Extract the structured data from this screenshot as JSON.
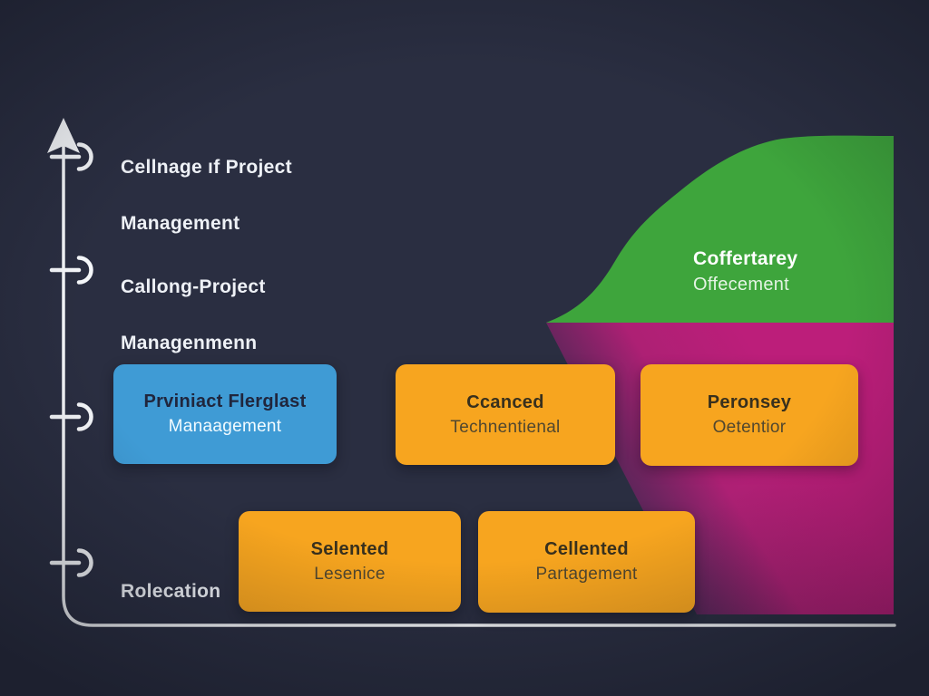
{
  "canvas": {
    "background_color": "#2a2e41",
    "axis_color": "#f5f7fa"
  },
  "axis_labels": [
    {
      "line1": "Cellnage ıf Project",
      "line2": "Management"
    },
    {
      "line1": "Callong-Project",
      "line2": "Managenmenn"
    },
    {
      "line1": "Rolecation",
      "line2": ""
    }
  ],
  "green_area": {
    "title": "Coffertarey",
    "subtitle": "Offecement",
    "color": "#3ea53c"
  },
  "magenta_area": {
    "color": "#bc1e7a"
  },
  "boxes": [
    {
      "title": "Prviniact Flerglast",
      "subtitle": "Manaagement",
      "color": "#3f9bd5"
    },
    {
      "title": "Ccanced",
      "subtitle": "Technentienal",
      "color": "#f7a51f"
    },
    {
      "title": "Peronsey",
      "subtitle": "Oetentior",
      "color": "#f7a51f"
    },
    {
      "title": "Selented",
      "subtitle": "Lesenice",
      "color": "#f7a51f"
    },
    {
      "title": "Cellented",
      "subtitle": "Partagement",
      "color": "#f7a51f"
    }
  ]
}
